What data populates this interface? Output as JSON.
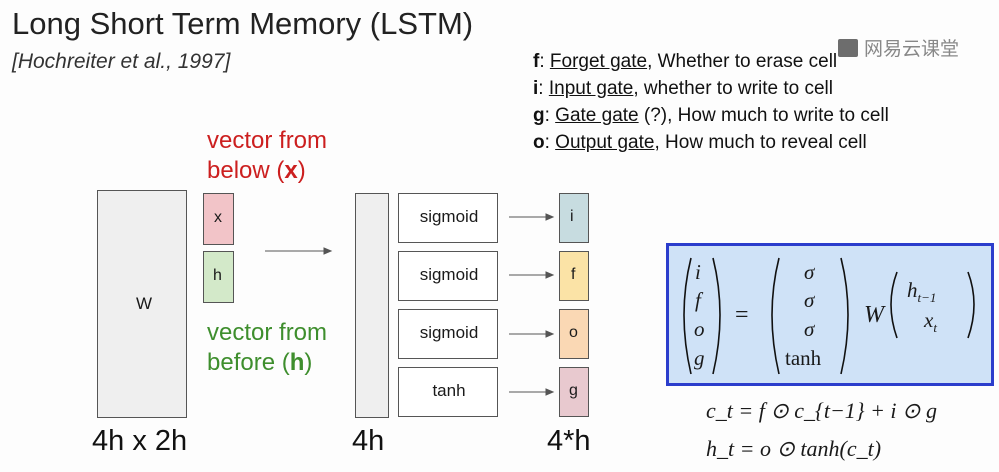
{
  "title": "Long Short Term Memory (LSTM)",
  "citation": "[Hochreiter et al., 1997]",
  "watermark": "网易云课堂",
  "gates": [
    {
      "letter": "f",
      "name": "Forget gate",
      "desc": ", Whether to erase cell"
    },
    {
      "letter": "i",
      "name": "Input gate",
      "desc": ", whether to write to cell"
    },
    {
      "letter": "g",
      "name": "Gate gate",
      "desc": " (?), How much to write to cell"
    },
    {
      "letter": "o",
      "name": "Output gate",
      "desc": ", How much to reveal cell"
    }
  ],
  "vector_below": {
    "line1": "vector from",
    "line2_pre": "below (",
    "var": "x",
    "line2_post": ")"
  },
  "vector_before": {
    "line1": "vector from",
    "line2_pre": "before (",
    "var": "h",
    "line2_post": ")"
  },
  "matrix_label": "W",
  "x_label": "x",
  "h_label": "h",
  "functions": [
    "sigmoid",
    "sigmoid",
    "sigmoid",
    "tanh"
  ],
  "gate_outputs": [
    {
      "label": "i",
      "color": "#c7dce0"
    },
    {
      "label": "f",
      "color": "#fbe3a6"
    },
    {
      "label": "o",
      "color": "#fad8b4"
    },
    {
      "label": "g",
      "color": "#e8c9cf"
    }
  ],
  "dims": {
    "w": "4h x 2h",
    "concat": "4h",
    "gates": "4*h"
  },
  "colors": {
    "red": "#cc1f1f",
    "green": "#3e8e2d",
    "eq_border": "#2b3dcc",
    "eq_bg": "#cfe2f7",
    "x_box": "#f2c4c8",
    "h_box": "#d3e9c9"
  },
  "equation": {
    "lhs": [
      "i",
      "f",
      "o",
      "g"
    ],
    "rhs": [
      "σ",
      "σ",
      "σ",
      "tanh"
    ],
    "equals": "=",
    "W": "W",
    "vec": [
      "h",
      "x"
    ],
    "vec_sub": [
      "t−1",
      "t"
    ]
  },
  "cell_eq": "c_t = f ⊙ c_{t−1} + i ⊙ g",
  "hidden_eq": "h_t = o ⊙ tanh(c_t)"
}
